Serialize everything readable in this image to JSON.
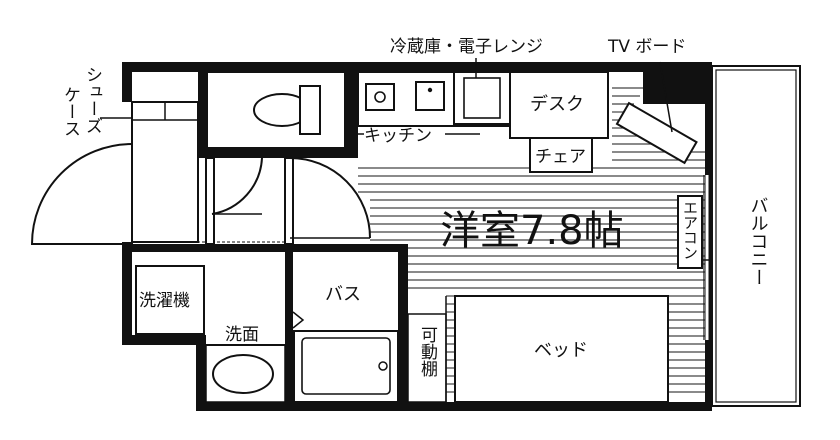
{
  "colors": {
    "ink": "#111111",
    "paper": "#ffffff",
    "floor_line": "#333333"
  },
  "labels": {
    "room": "洋室7.8帖",
    "balcony": "バルコニー",
    "aircon": "エアコン",
    "shoe_case_col1": "シューズ",
    "shoe_case_col2": "ケース",
    "fridge_microwave": "冷蔵庫・電子レンジ",
    "tv_board": "TV ボード",
    "desk": "デスク",
    "kitchen": "キッチン",
    "chair": "チェア",
    "washer": "洗濯機",
    "bath": "バス",
    "washbasin": "洗面",
    "shelf": "可動棚",
    "bed": "ベッド"
  },
  "icons": [
    "toilet-icon",
    "sink-icon",
    "stove-icon",
    "fridge-icon",
    "bathtub-icon",
    "washbasin-icon",
    "door-swing-icon"
  ]
}
